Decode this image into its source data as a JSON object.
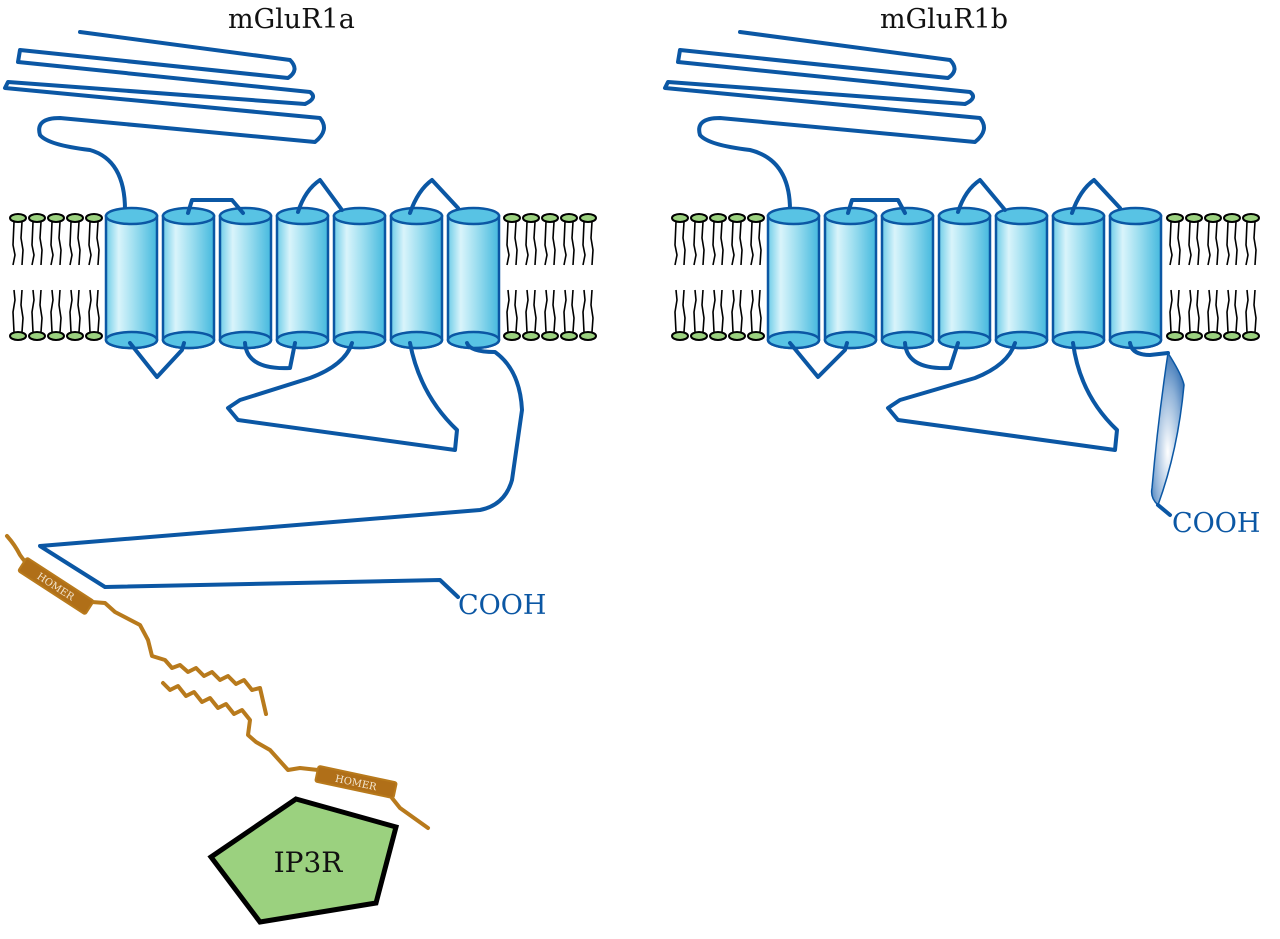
{
  "diagram": {
    "receptors": [
      {
        "id": "mglur1a",
        "title": "mGluR1a",
        "terminus_label": "COOH",
        "transmembrane_helices": 7,
        "binding_partners": [
          {
            "label": "HOMER"
          },
          {
            "label": "HOMER"
          },
          {
            "label": "IP3R"
          }
        ]
      },
      {
        "id": "mglur1b",
        "title": "mGluR1b",
        "terminus_label": "COOH",
        "transmembrane_helices": 7,
        "binding_partners": []
      }
    ],
    "colors": {
      "chain": "#0b57a4",
      "helix_fill": "#58c3e4",
      "lipid_head": "#9bd17f",
      "homer": "#b87a1c",
      "ip3r": "#9bd17f"
    }
  }
}
